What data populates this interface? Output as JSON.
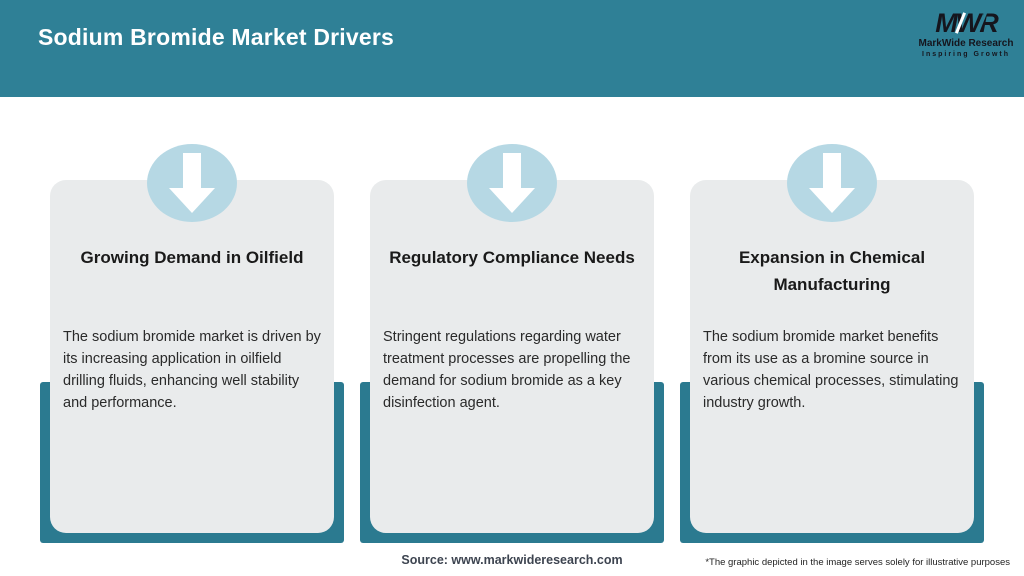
{
  "header": {
    "title": "Sodium Bromide Market Drivers"
  },
  "logo": {
    "monogram": "MWR",
    "name": "MarkWide Research",
    "tagline": "Inspiring Growth"
  },
  "cards": [
    {
      "icon": "down-arrow-icon",
      "title": "Growing Demand in Oilfield",
      "description": "The sodium bromide market is driven by its increasing application in oilfield drilling fluids, enhancing well stability and performance."
    },
    {
      "icon": "down-arrow-icon",
      "title": "Regulatory Compliance Needs",
      "description": "Stringent regulations regarding water treatment processes are propelling the demand for sodium bromide as a key disinfection agent."
    },
    {
      "icon": "down-arrow-icon",
      "title": "Expansion in Chemical Manufacturing",
      "description": "The sodium bromide market benefits from its use as a bromine source in various chemical processes, stimulating industry growth."
    }
  ],
  "footer": {
    "source": "Source: www.markwideresearch.com",
    "disclaimer": "*The graphic depicted in the image serves solely for illustrative purposes"
  },
  "colors": {
    "header_teal": "#2F8096",
    "bar_teal": "#2B7A90",
    "card_gray": "#E9EBEC",
    "circle_blue": "#B6D8E4",
    "title_text": "#1A1A1A",
    "body_text": "#2A2A2A",
    "source_text": "#3D4450",
    "logo_dark": "#15151D",
    "white": "#FFFFFF"
  }
}
